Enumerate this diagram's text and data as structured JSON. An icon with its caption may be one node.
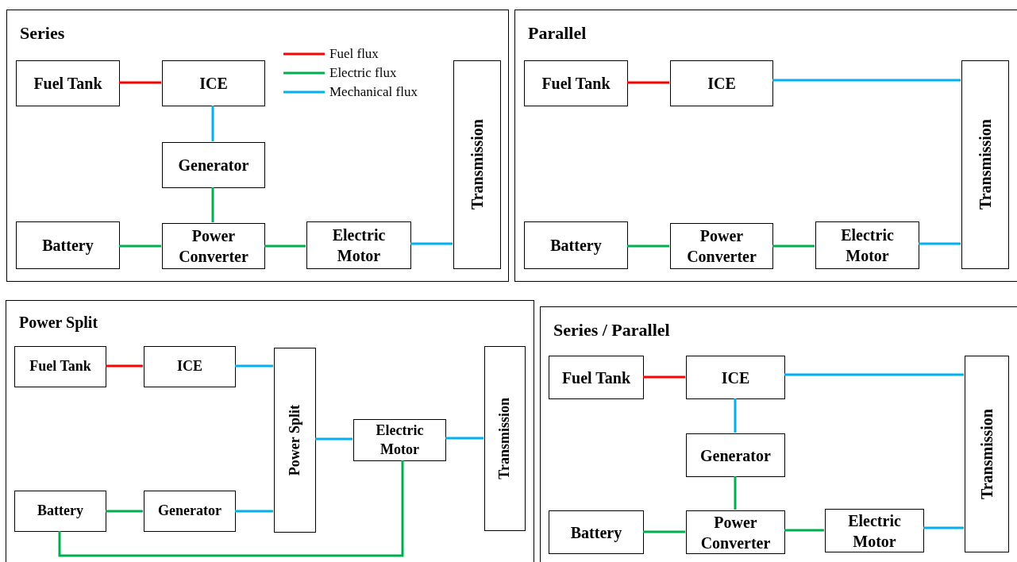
{
  "diagram": {
    "nodes": [
      {
        "text": [
          "Series"
        ]
      },
      {
        "text": [
          "Fuel Tank"
        ],
        "in": 0
      },
      {
        "text": [
          "ICE"
        ],
        "in": 0
      },
      {
        "text": [
          "Generator"
        ],
        "in": 0
      },
      {
        "text": [
          "Battery"
        ],
        "in": 0
      },
      {
        "text": [
          "Power Converter"
        ],
        "in": 0
      },
      {
        "text": [
          "Electric Motor"
        ],
        "in": 0
      },
      {
        "text": [
          "Transmission"
        ],
        "in": 0
      },
      {
        "text": [
          "Parallel"
        ]
      },
      {
        "text": [
          "Fuel Tank"
        ],
        "in": 8
      },
      {
        "text": [
          "ICE"
        ],
        "in": 8
      },
      {
        "text": [
          "Battery"
        ],
        "in": 8
      },
      {
        "text": [
          "Power Converter"
        ],
        "in": 8
      },
      {
        "text": [
          "Electric Motor"
        ],
        "in": 8
      },
      {
        "text": [
          "Transmission"
        ],
        "in": 8
      },
      {
        "text": [
          "Power Split"
        ]
      },
      {
        "text": [
          "Fuel Tank"
        ],
        "in": 15
      },
      {
        "text": [
          "ICE"
        ],
        "in": 15
      },
      {
        "text": [
          "Power Split"
        ],
        "in": 15
      },
      {
        "text": [
          "Electric Motor"
        ],
        "in": 15
      },
      {
        "text": [
          "Transmission"
        ],
        "in": 15
      },
      {
        "text": [
          "Battery"
        ],
        "in": 15
      },
      {
        "text": [
          "Generator"
        ],
        "in": 15
      },
      {
        "text": [
          "Series / Parallel"
        ]
      },
      {
        "text": [
          "Fuel Tank"
        ],
        "in": 23
      },
      {
        "text": [
          "ICE"
        ],
        "in": 23
      },
      {
        "text": [
          "Transmission"
        ],
        "in": 23
      },
      {
        "text": [
          "Generator"
        ],
        "in": 23
      },
      {
        "text": [
          "Battery"
        ],
        "in": 23
      },
      {
        "text": [
          "Power Converter"
        ],
        "in": 23
      },
      {
        "text": [
          "Electric Motor"
        ],
        "in": 23
      }
    ],
    "edges": [
      {
        "from": 1,
        "to": 2,
        "arrow": "none",
        "color": "#ff0000"
      },
      {
        "from": 2,
        "to": 3,
        "arrow": "none",
        "color": "#00b0f0"
      },
      {
        "from": 3,
        "to": 5,
        "arrow": "none",
        "color": "#00b050"
      },
      {
        "from": 4,
        "to": 5,
        "arrow": "none",
        "color": "#00b050"
      },
      {
        "from": 5,
        "to": 6,
        "arrow": "none",
        "color": "#00b050"
      },
      {
        "from": 6,
        "to": 7,
        "arrow": "none",
        "color": "#00b0f0"
      },
      {
        "from": 9,
        "to": 10,
        "arrow": "none",
        "color": "#ff0000"
      },
      {
        "from": 10,
        "to": 14,
        "arrow": "none",
        "color": "#00b0f0"
      },
      {
        "from": 11,
        "to": 12,
        "arrow": "none",
        "color": "#00b050"
      },
      {
        "from": 12,
        "to": 13,
        "arrow": "none",
        "color": "#00b050"
      },
      {
        "from": 13,
        "to": 14,
        "arrow": "none",
        "color": "#00b0f0"
      },
      {
        "from": 16,
        "to": 17,
        "arrow": "none",
        "color": "#ff0000"
      },
      {
        "from": 17,
        "to": 18,
        "arrow": "none",
        "color": "#00b0f0"
      },
      {
        "from": 22,
        "to": 18,
        "arrow": "none",
        "color": "#00b0f0"
      },
      {
        "from": 21,
        "to": 22,
        "arrow": "none",
        "color": "#00b050"
      },
      {
        "from": 18,
        "to": 19,
        "arrow": "none",
        "color": "#00b0f0"
      },
      {
        "from": 19,
        "to": 20,
        "arrow": "none",
        "color": "#00b0f0"
      },
      {
        "from": 21,
        "to": 19,
        "arrow": "none",
        "color": "#00b050"
      },
      {
        "from": 24,
        "to": 25,
        "arrow": "none",
        "color": "#ff0000"
      },
      {
        "from": 25,
        "to": 26,
        "arrow": "none",
        "color": "#00b0f0"
      },
      {
        "from": 25,
        "to": 27,
        "arrow": "none",
        "color": "#00b0f0"
      },
      {
        "from": 27,
        "to": 29,
        "arrow": "none",
        "color": "#00b050"
      },
      {
        "from": 28,
        "to": 29,
        "arrow": "none",
        "color": "#00b050"
      },
      {
        "from": 29,
        "to": 30,
        "arrow": "none",
        "color": "#00b050"
      },
      {
        "from": 30,
        "to": 26,
        "arrow": "none",
        "color": "#00b0f0"
      }
    ],
    "legend": [
      {
        "text": "Fuel flux",
        "color": "#ff0000"
      },
      {
        "text": "Electric flux",
        "color": "#00b050"
      },
      {
        "text": "Mechanical flux",
        "color": "#00b0f0"
      }
    ]
  }
}
